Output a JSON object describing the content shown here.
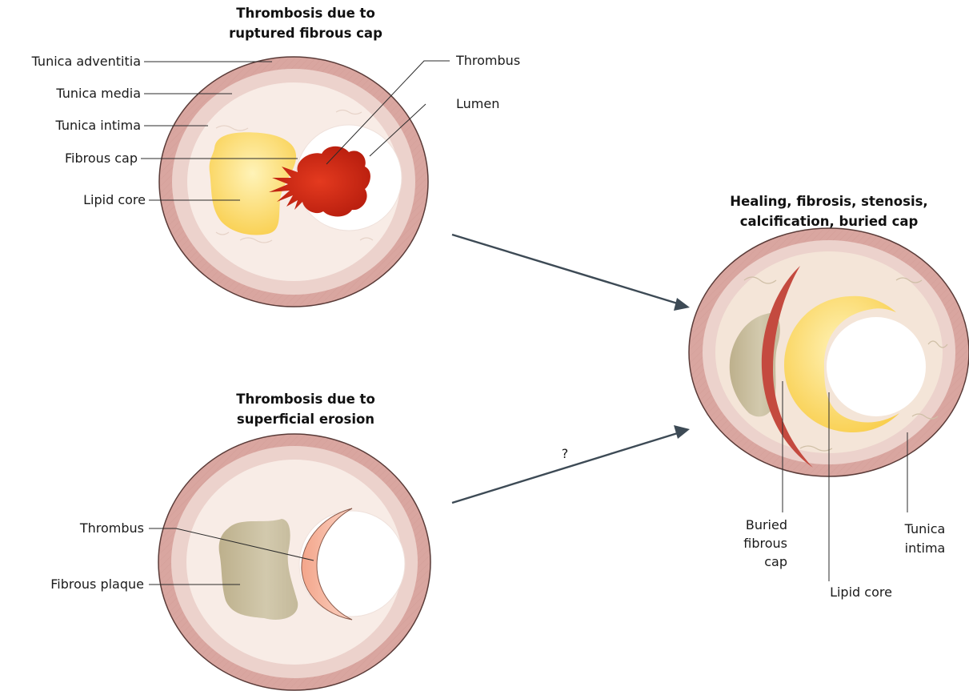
{
  "panel_top": {
    "title_line1": "Thrombosis due to",
    "title_line2": "ruptured fibrous cap",
    "labels": {
      "tunica_adventitia": "Tunica adventitia",
      "tunica_media": "Tunica media",
      "tunica_intima": "Tunica intima",
      "fibrous_cap": "Fibrous cap",
      "lipid_core": "Lipid core",
      "thrombus": "Thrombus",
      "lumen": "Lumen"
    }
  },
  "panel_bottom": {
    "title_line1": "Thrombosis due to",
    "title_line2": "superficial erosion",
    "labels": {
      "thrombus": "Thrombus",
      "fibrous_plaque": "Fibrous plaque"
    }
  },
  "panel_right": {
    "title_line1": "Healing, fibrosis, stenosis,",
    "title_line2": "calcification, buried cap",
    "labels": {
      "buried_line1": "Buried",
      "buried_line2": "fibrous",
      "buried_line3": "cap",
      "lipid_core": "Lipid core",
      "tunica_line1": "Tunica",
      "tunica_line2": "intima"
    }
  },
  "arrow_bottom_label": "?",
  "colors": {
    "adventitia": "#d9a6a0",
    "media": "#ecd2cc",
    "intima": "#f8ece6",
    "lumen": "#ffffff",
    "lipid": "#fbd66a",
    "thrombus_red": "#cc2412",
    "thrombus_pink": "#f6b9a2",
    "fibrous": "#c9bfa0",
    "buried_cap": "#c44a3f",
    "arrow": "#3d4a55"
  }
}
